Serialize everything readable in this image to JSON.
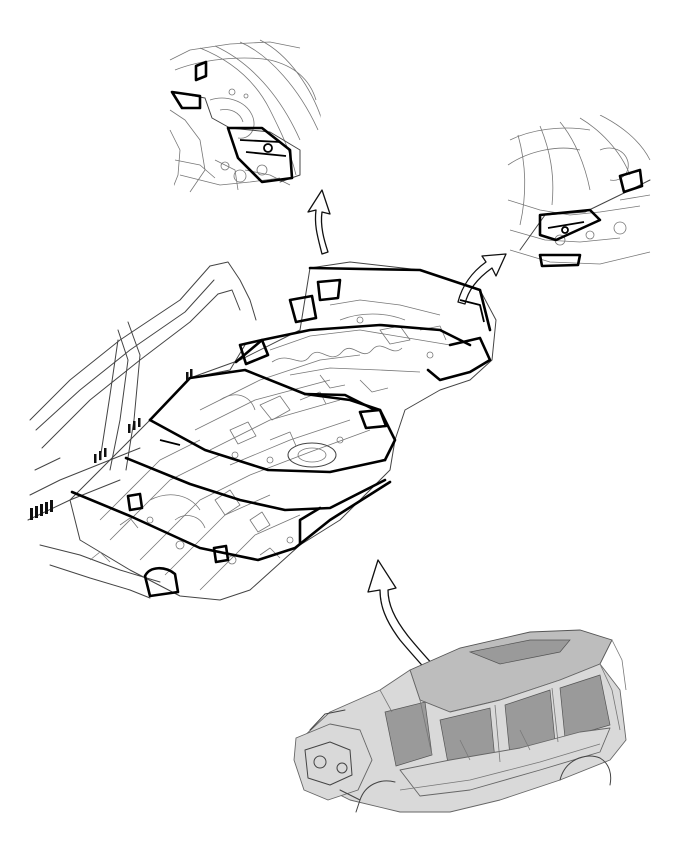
{
  "diagram": {
    "views": [
      {
        "id": "main-floor-view",
        "kind": "floor-assembly"
      },
      {
        "id": "detail-view-left",
        "kind": "rear-wheelhouse-detail-left"
      },
      {
        "id": "detail-view-right",
        "kind": "rear-wheelhouse-detail-right"
      },
      {
        "id": "vehicle-body-overview",
        "kind": "body-in-white"
      }
    ],
    "colors": {
      "line": "#444444",
      "highlight": "#000000",
      "body_shade": "#d9d9d9",
      "background": "#ffffff"
    }
  }
}
